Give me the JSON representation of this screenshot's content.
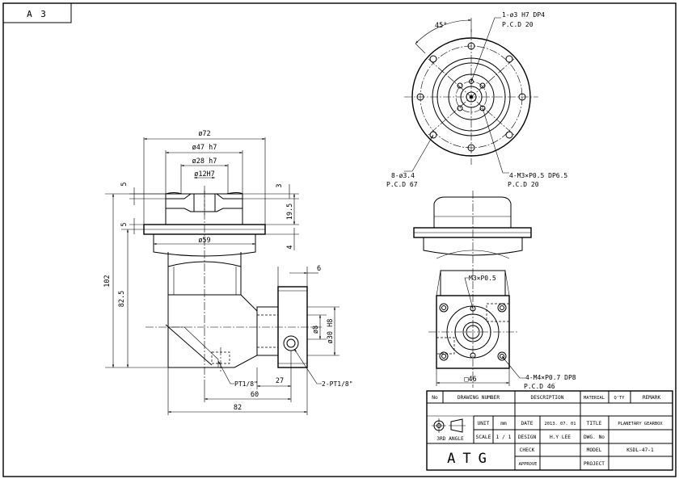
{
  "sheet": {
    "size": "A 3"
  },
  "dims": {
    "side": {
      "d72": "ø72",
      "d47": "ø47 h7",
      "d28": "ø28 h7",
      "d12": "ø12H7",
      "d59": "ø59",
      "t5a": "5",
      "t5b": "5",
      "t3": "3",
      "t195": "19.5",
      "t4": "4",
      "h102": "102",
      "h825": "82.5",
      "t6": "6",
      "d8": "ø8",
      "d30": "ø30 H8",
      "w27": "27",
      "w60": "60",
      "w82": "82",
      "pt1": "PT1/8\"",
      "pt2": "2-PT1/8\""
    },
    "front": {
      "angle": "45°",
      "hole1_a": "1-ø3 H7 DP4",
      "hole1_b": "P.C.D 20",
      "hole8_a": "8-ø3.4",
      "hole8_b": "P.C.D 67",
      "hole4_a": "4-M3×P0.5 DP6.5",
      "hole4_b": "P.C.D 20"
    },
    "rear": {
      "m3": "M3×P0.5",
      "sq46": "□46",
      "m4_a": "4-M4×P0.7 DP8",
      "m4_b": "P.C.D 46"
    }
  },
  "title_block": {
    "headers": {
      "no": "No",
      "drawing_number": "DRAWING NUMBER",
      "description": "DESCRIPTION",
      "material": "MATERIAL",
      "qty": "Q'TY",
      "remark": "REMARK"
    },
    "projection": "3RD ANGLE",
    "unit_label": "UNIT",
    "unit_value": "mm",
    "scale_label": "SCALE",
    "scale_value": "1 / 1",
    "date_label": "DATE",
    "date_value": "2013. 07. 01",
    "design_label": "DESIGN",
    "design_value": "H.Y LEE",
    "check_label": "CHECK",
    "approve_label": "APPROVE",
    "title_label": "TITLE",
    "title_value": "PLANETARY GEARBOX",
    "dwg_label": "DWG. No",
    "dwg_value": "",
    "model_label": "MODEL",
    "model_value": "KSDL-47-1",
    "project_label": "PROJECT",
    "project_value": "",
    "logo": "ATG"
  }
}
